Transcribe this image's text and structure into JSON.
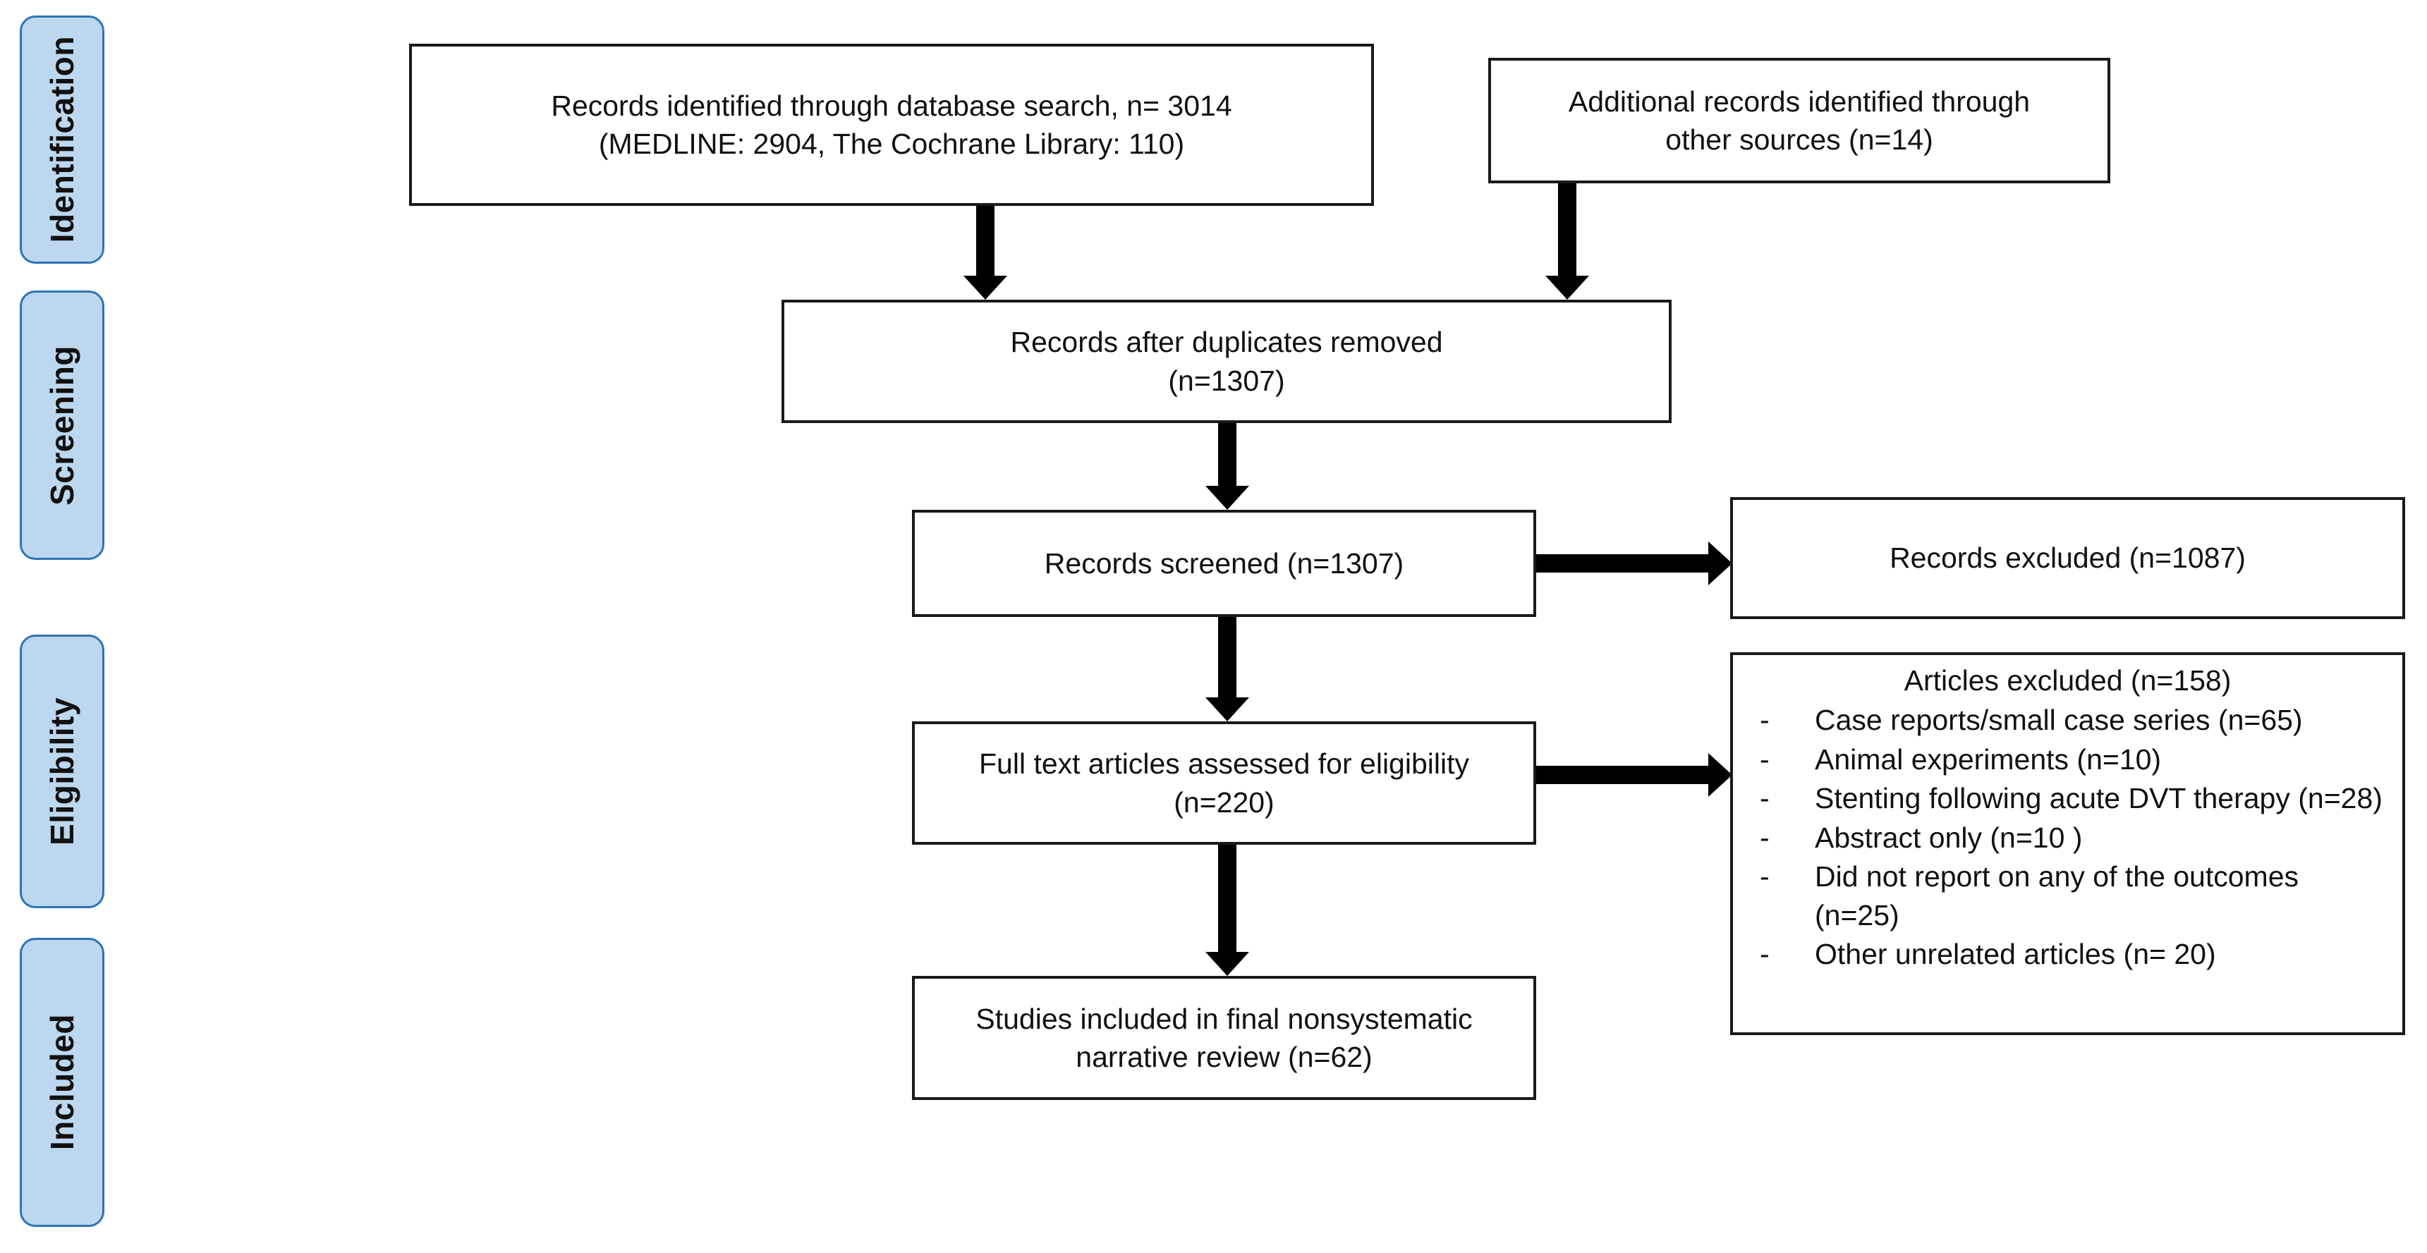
{
  "diagram": {
    "type": "prisma-flow-diagram",
    "stages": [
      {
        "label": "Identification"
      },
      {
        "label": "Screening"
      },
      {
        "label": "Eligibility"
      },
      {
        "label": "Included"
      }
    ],
    "boxes": {
      "records_identified": {
        "text": "Records identified through database search, n= 3014\n(MEDLINE: 2904, The Cochrane Library: 110)"
      },
      "additional_records": {
        "text": "Additional records identified through\nother sources (n=14)"
      },
      "duplicates_removed": {
        "text": "Records after duplicates removed\n(n=1307)"
      },
      "records_screened": {
        "text": "Records screened (n=1307)"
      },
      "records_excluded": {
        "text": "Records excluded (n=1087)"
      },
      "full_text_assessed": {
        "text": "Full text articles assessed for eligibility\n(n=220)"
      },
      "studies_included": {
        "text": "Studies included in final nonsystematic\nnarrative review (n=62)"
      }
    },
    "articles_excluded": {
      "heading": "Articles excluded (n=158)",
      "bullet": "-",
      "items": [
        "Case reports/small case series (n=65)",
        "Animal experiments (n=10)",
        "Stenting following acute DVT therapy (n=28)",
        "Abstract only (n=10 )",
        "Did not report on any of the outcomes (n=25)",
        "Other unrelated articles (n= 20)"
      ]
    },
    "colors": {
      "stage_fill": "#bdd7ee",
      "stage_border": "#2e74b5",
      "box_border": "#1a1a1a",
      "arrow": "#000000",
      "background": "#ffffff",
      "text": "#111111"
    }
  }
}
